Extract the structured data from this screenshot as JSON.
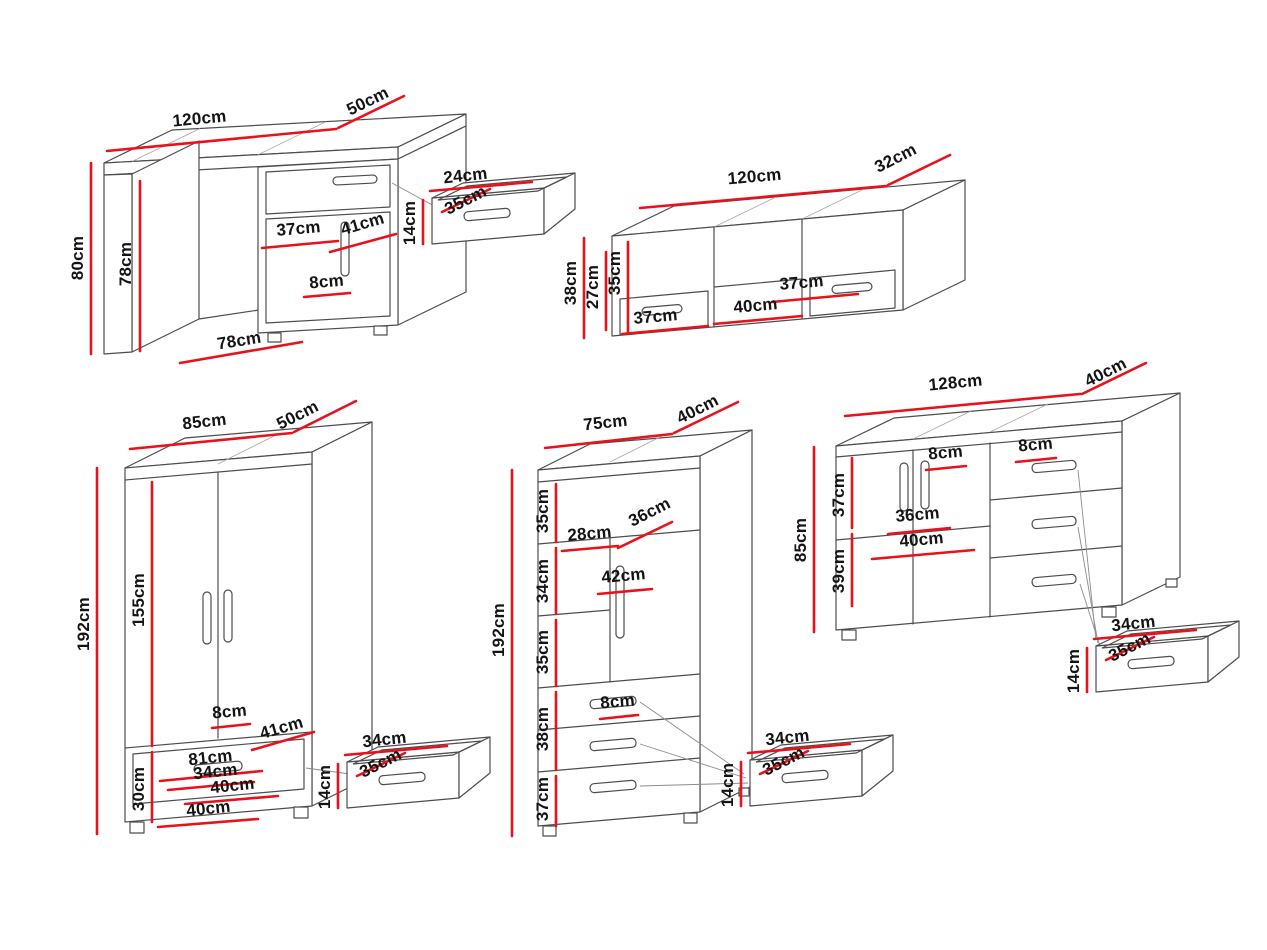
{
  "colors": {
    "dimension_line": "#e8111c",
    "outline": "#4d4d4d",
    "label_text": "#141414",
    "background": "#ffffff"
  },
  "unit": "cm",
  "furniture": {
    "desk": {
      "dims": {
        "width": "120cm",
        "depth": "50cm",
        "height": "80cm",
        "inner_height": "78cm",
        "cabinet_width": "37cm",
        "drawer_depth": "41cm",
        "handle_width": "8cm",
        "opening_width": "78cm"
      }
    },
    "small_drawer_desk": {
      "dims": {
        "width": "24cm",
        "depth": "35cm",
        "height": "14cm"
      }
    },
    "wall_cabinet": {
      "dims": {
        "width": "120cm",
        "depth": "32cm",
        "height": "38cm",
        "inner_height_a": "27cm",
        "inner_height_b": "35cm",
        "section_left": "37cm",
        "section_middle": "40cm",
        "section_right": "37cm"
      }
    },
    "wardrobe": {
      "dims": {
        "width": "85cm",
        "depth": "50cm",
        "height": "192cm",
        "door_height": "155cm",
        "base_height": "30cm",
        "handle_width": "8cm",
        "drawer_depth": "41cm",
        "inner_width": "81cm",
        "drawer_front": "34cm",
        "inner_width_b": "40cm",
        "inner_width_c": "40cm"
      }
    },
    "small_drawer_wardrobe": {
      "dims": {
        "width": "34cm",
        "depth": "35cm",
        "height": "14cm"
      }
    },
    "bookcase": {
      "dims": {
        "width": "75cm",
        "depth": "40cm",
        "height": "192cm",
        "section_a": "35cm",
        "section_b": "34cm",
        "section_c": "35cm",
        "section_d": "38cm",
        "section_e": "37cm",
        "inner_width": "28cm",
        "inner_depth": "36cm",
        "door_height": "42cm",
        "handle_width": "8cm"
      }
    },
    "small_drawer_bookcase": {
      "dims": {
        "width": "34cm",
        "depth": "35cm",
        "height": "14cm"
      }
    },
    "dresser": {
      "dims": {
        "width": "128cm",
        "depth": "40cm",
        "height": "85cm",
        "upper_height": "37cm",
        "lower_height": "39cm",
        "handle_a": "8cm",
        "handle_b": "8cm",
        "inner_width_a": "36cm",
        "inner_width_b": "40cm"
      }
    },
    "small_drawer_dresser": {
      "dims": {
        "width": "34cm",
        "depth": "35cm",
        "height": "14cm"
      }
    }
  }
}
